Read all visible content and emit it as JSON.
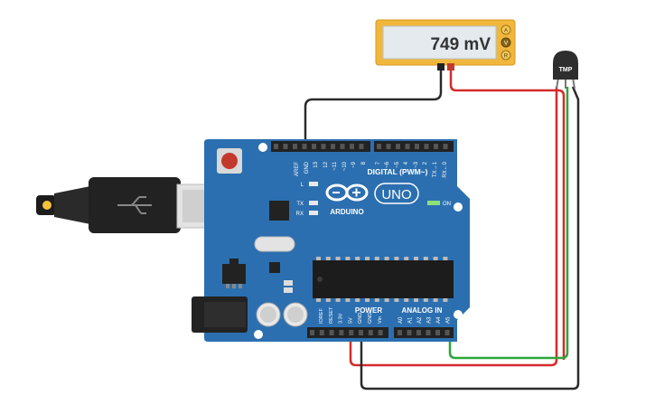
{
  "multimeter": {
    "reading": "749 mV",
    "mode_buttons": [
      "A",
      "V",
      "R"
    ],
    "active_mode": "V"
  },
  "sensor": {
    "label": "TMP"
  },
  "arduino": {
    "logo_text": "ARDUINO",
    "model": "UNO",
    "digital_label": "DIGITAL (PWM~)",
    "digital_pins": [
      "AREF",
      "GND",
      "13",
      "12",
      "~11",
      "~10",
      "~9",
      "8",
      "7",
      "~6",
      "~5",
      "4",
      "~3",
      "2",
      "TX→1",
      "RX←0"
    ],
    "led_labels": [
      "L",
      "TX",
      "RX"
    ],
    "on_label": "ON",
    "power_label": "POWER",
    "power_pins": [
      "IOREF",
      "RESET",
      "3.3V",
      "5V",
      "GND",
      "GND",
      "Vin"
    ],
    "analog_label": "ANALOG IN",
    "analog_pins": [
      "A0",
      "A1",
      "A2",
      "A3",
      "A4",
      "A5"
    ]
  },
  "colors": {
    "board": "#2c6fb0",
    "board_dark": "#1f5a93",
    "wire_red": "#d42a2a",
    "wire_green": "#2fa43a",
    "wire_black": "#2b2b2b",
    "meter_body": "#f0b73c",
    "meter_screen": "#e4eaee",
    "sensor_body": "#2e2e2e"
  }
}
